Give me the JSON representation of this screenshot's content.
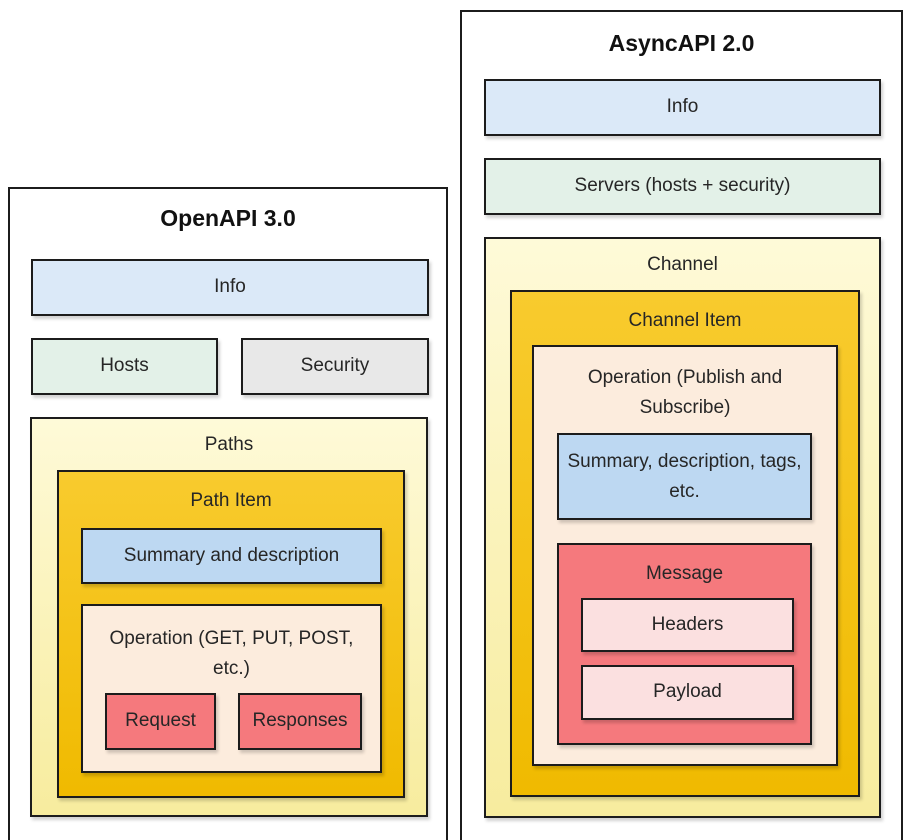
{
  "palette": {
    "border": "#1c1c1c",
    "text": "#262626",
    "title_text": "#111111",
    "bg": "#ffffff",
    "blue_light": "#dbe9f8",
    "blue": "#bdd8f2",
    "green": "#e3f1e8",
    "gray": "#e8e8e8",
    "yellow_top": "#fefad8",
    "yellow_bottom": "#f7ec9e",
    "gold_top": "#f8cb2e",
    "gold_bottom": "#f0ba00",
    "peach": "#fcecdd",
    "red": "#f5797d",
    "pink": "#fbe0e0"
  },
  "openapi": {
    "title": "OpenAPI 3.0",
    "info_label": "Info",
    "hosts_label": "Hosts",
    "security_label": "Security",
    "paths_label": "Paths",
    "path_item_label": "Path Item",
    "summary_label": "Summary and description",
    "operation_label": "Operation (GET, PUT, POST, etc.)",
    "request_label": "Request",
    "responses_label": "Responses"
  },
  "asyncapi": {
    "title": "AsyncAPI 2.0",
    "info_label": "Info",
    "servers_label": "Servers (hosts + security)",
    "channel_label": "Channel",
    "channel_item_label": "Channel Item",
    "operation_label": "Operation (Publish and Subscribe)",
    "summary_label": "Summary, description, tags, etc.",
    "message_label": "Message",
    "headers_label": "Headers",
    "payload_label": "Payload"
  }
}
